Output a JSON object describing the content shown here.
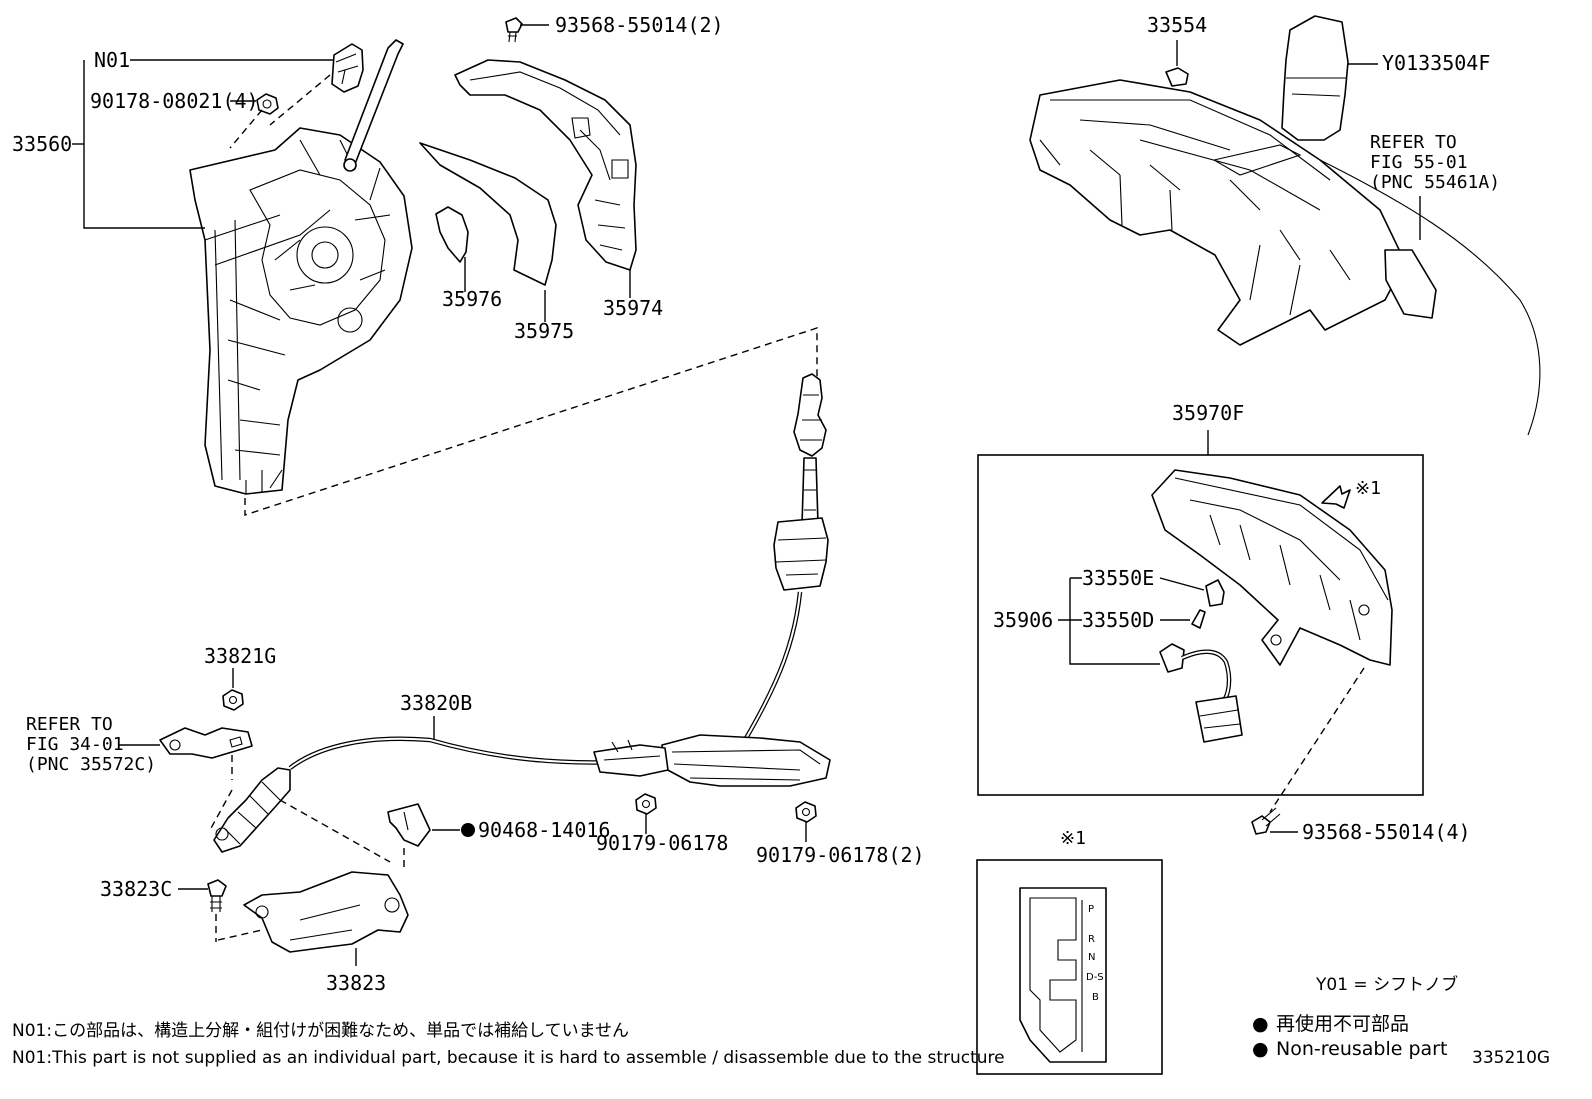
{
  "parts": {
    "n01": "N01",
    "p90178": "90178-08021(4)",
    "p33560": "33560",
    "p93568a": "93568-55014(2)",
    "p35976": "35976",
    "p35975": "35975",
    "p35974": "35974",
    "p33554": "33554",
    "pY01": "Y0133504F",
    "p35970F": "35970F",
    "p33550E": "33550E",
    "p35906": "35906",
    "p33550D": "33550D",
    "p93568b": "93568-55014(4)",
    "p33821G": "33821G",
    "p33820B": "33820B",
    "p90468": "90468-14016",
    "p90179a": "90179-06178",
    "p90179b": "90179-06178(2)",
    "p33823C": "33823C",
    "p33823": "33823"
  },
  "refs": {
    "right": [
      "REFER TO",
      "FIG 55-01",
      "(PNC 55461A)"
    ],
    "left": [
      "REFER TO",
      "FIG 34-01",
      "(PNC 35572C)"
    ]
  },
  "marks": {
    "ref_mark": "※1",
    "ref_mark_box": "※1"
  },
  "gate": {
    "P": "P",
    "R": "R",
    "N": "N",
    "DS": "D-S",
    "B": "B"
  },
  "legend": {
    "y01": "Y01 = シフトノブ",
    "bullet": "●",
    "nonreuse_jp": "再使用不可部品",
    "nonreuse_en": "Non-reusable part"
  },
  "notes": {
    "jp": "N01:この部品は、構造上分解・組付けが困難なため、単品では補給していません",
    "en": "N01:This part is not supplied as an individual part, because it is hard to assemble / disassemble due to the structure"
  },
  "figure_id": "335210G"
}
